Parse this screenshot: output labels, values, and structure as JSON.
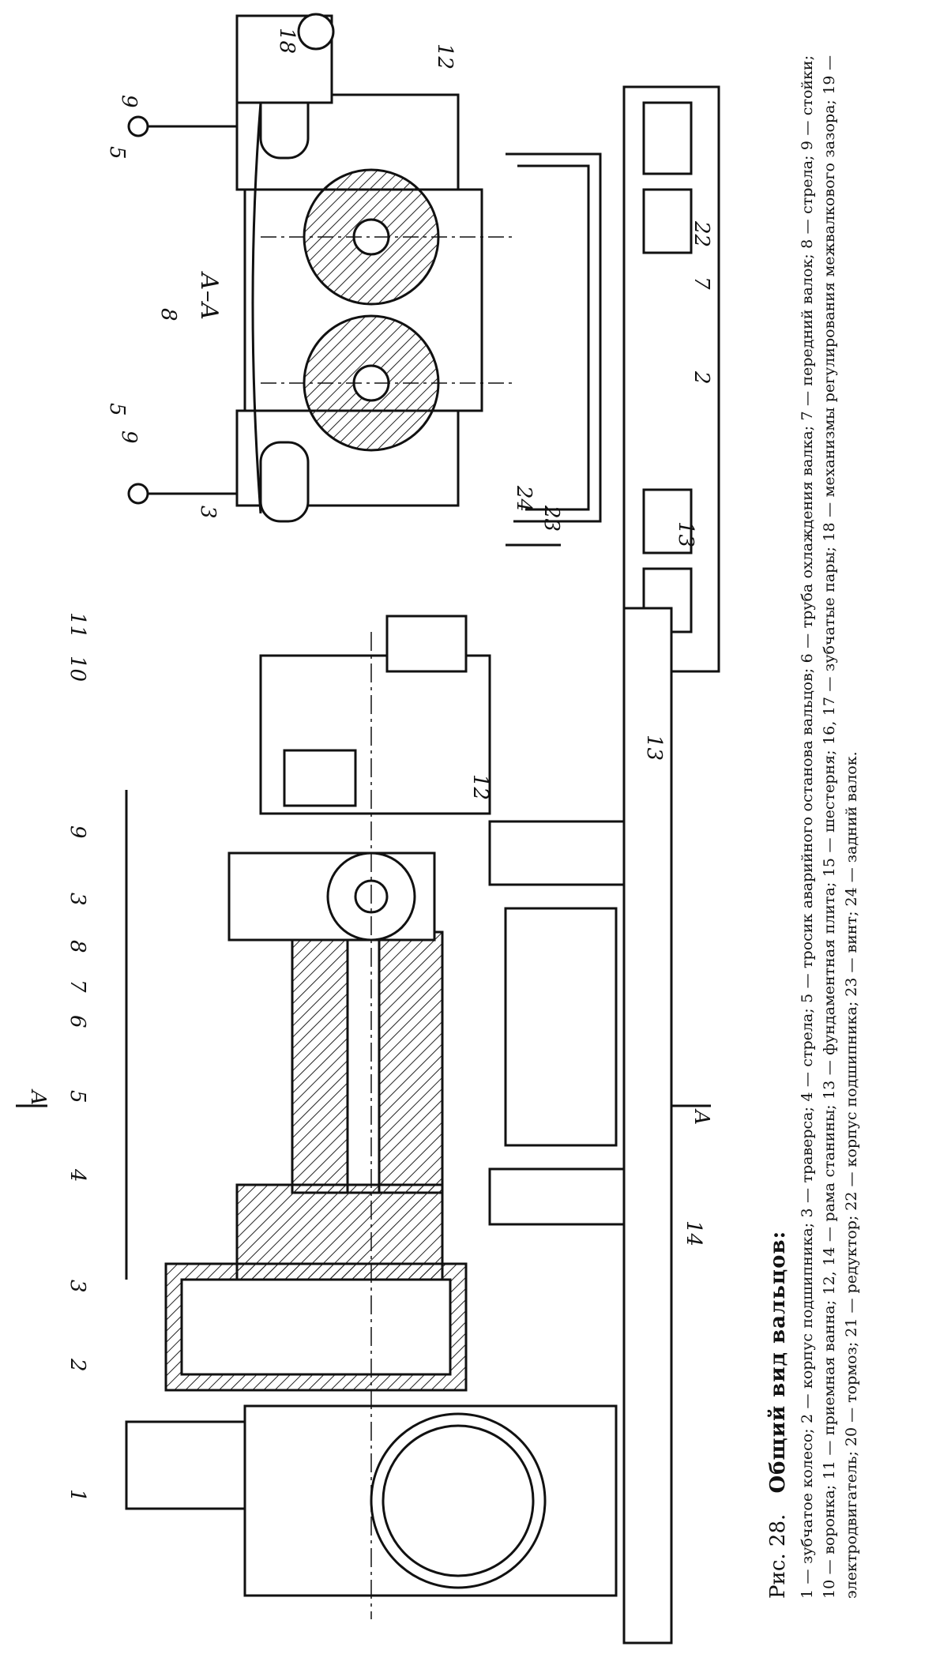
{
  "caption": {
    "figure_number": "Рис. 28.",
    "title": "Общий вид вальцов:",
    "text": "1 — зубчатое колесо; 2 — корпус подшипника; 3 — траверса; 4 — стрела; 5 — тросик аварийного останова вальцов; 6 — труба охлаждения валка; 7 — передний валок; 8 — стрела; 9 — стойки; 10 — воронка; 11 — приемная ванна; 12, 14 — рама станины; 13 — фундаментная плита; 15 — шестерня; 16, 17 — зубчатые пары; 18 — механизмы регулирования межвалкового зазора; 19 — электродвигатель; 20 — тормоз; 21 — редуктор; 22 — корпус подшипника; 23 — винт; 24 — задний валок."
  },
  "section_label": "А–А",
  "cut_marker": "А",
  "callouts": {
    "side_view": [
      "1",
      "2",
      "3",
      "4",
      "5",
      "6",
      "7",
      "8",
      "3",
      "9",
      "10",
      "11",
      "12",
      "13",
      "14"
    ],
    "section_view": [
      "18",
      "12",
      "9",
      "5",
      "22",
      "7",
      "8",
      "2",
      "5",
      "9",
      "3",
      "24",
      "23",
      "13"
    ]
  }
}
